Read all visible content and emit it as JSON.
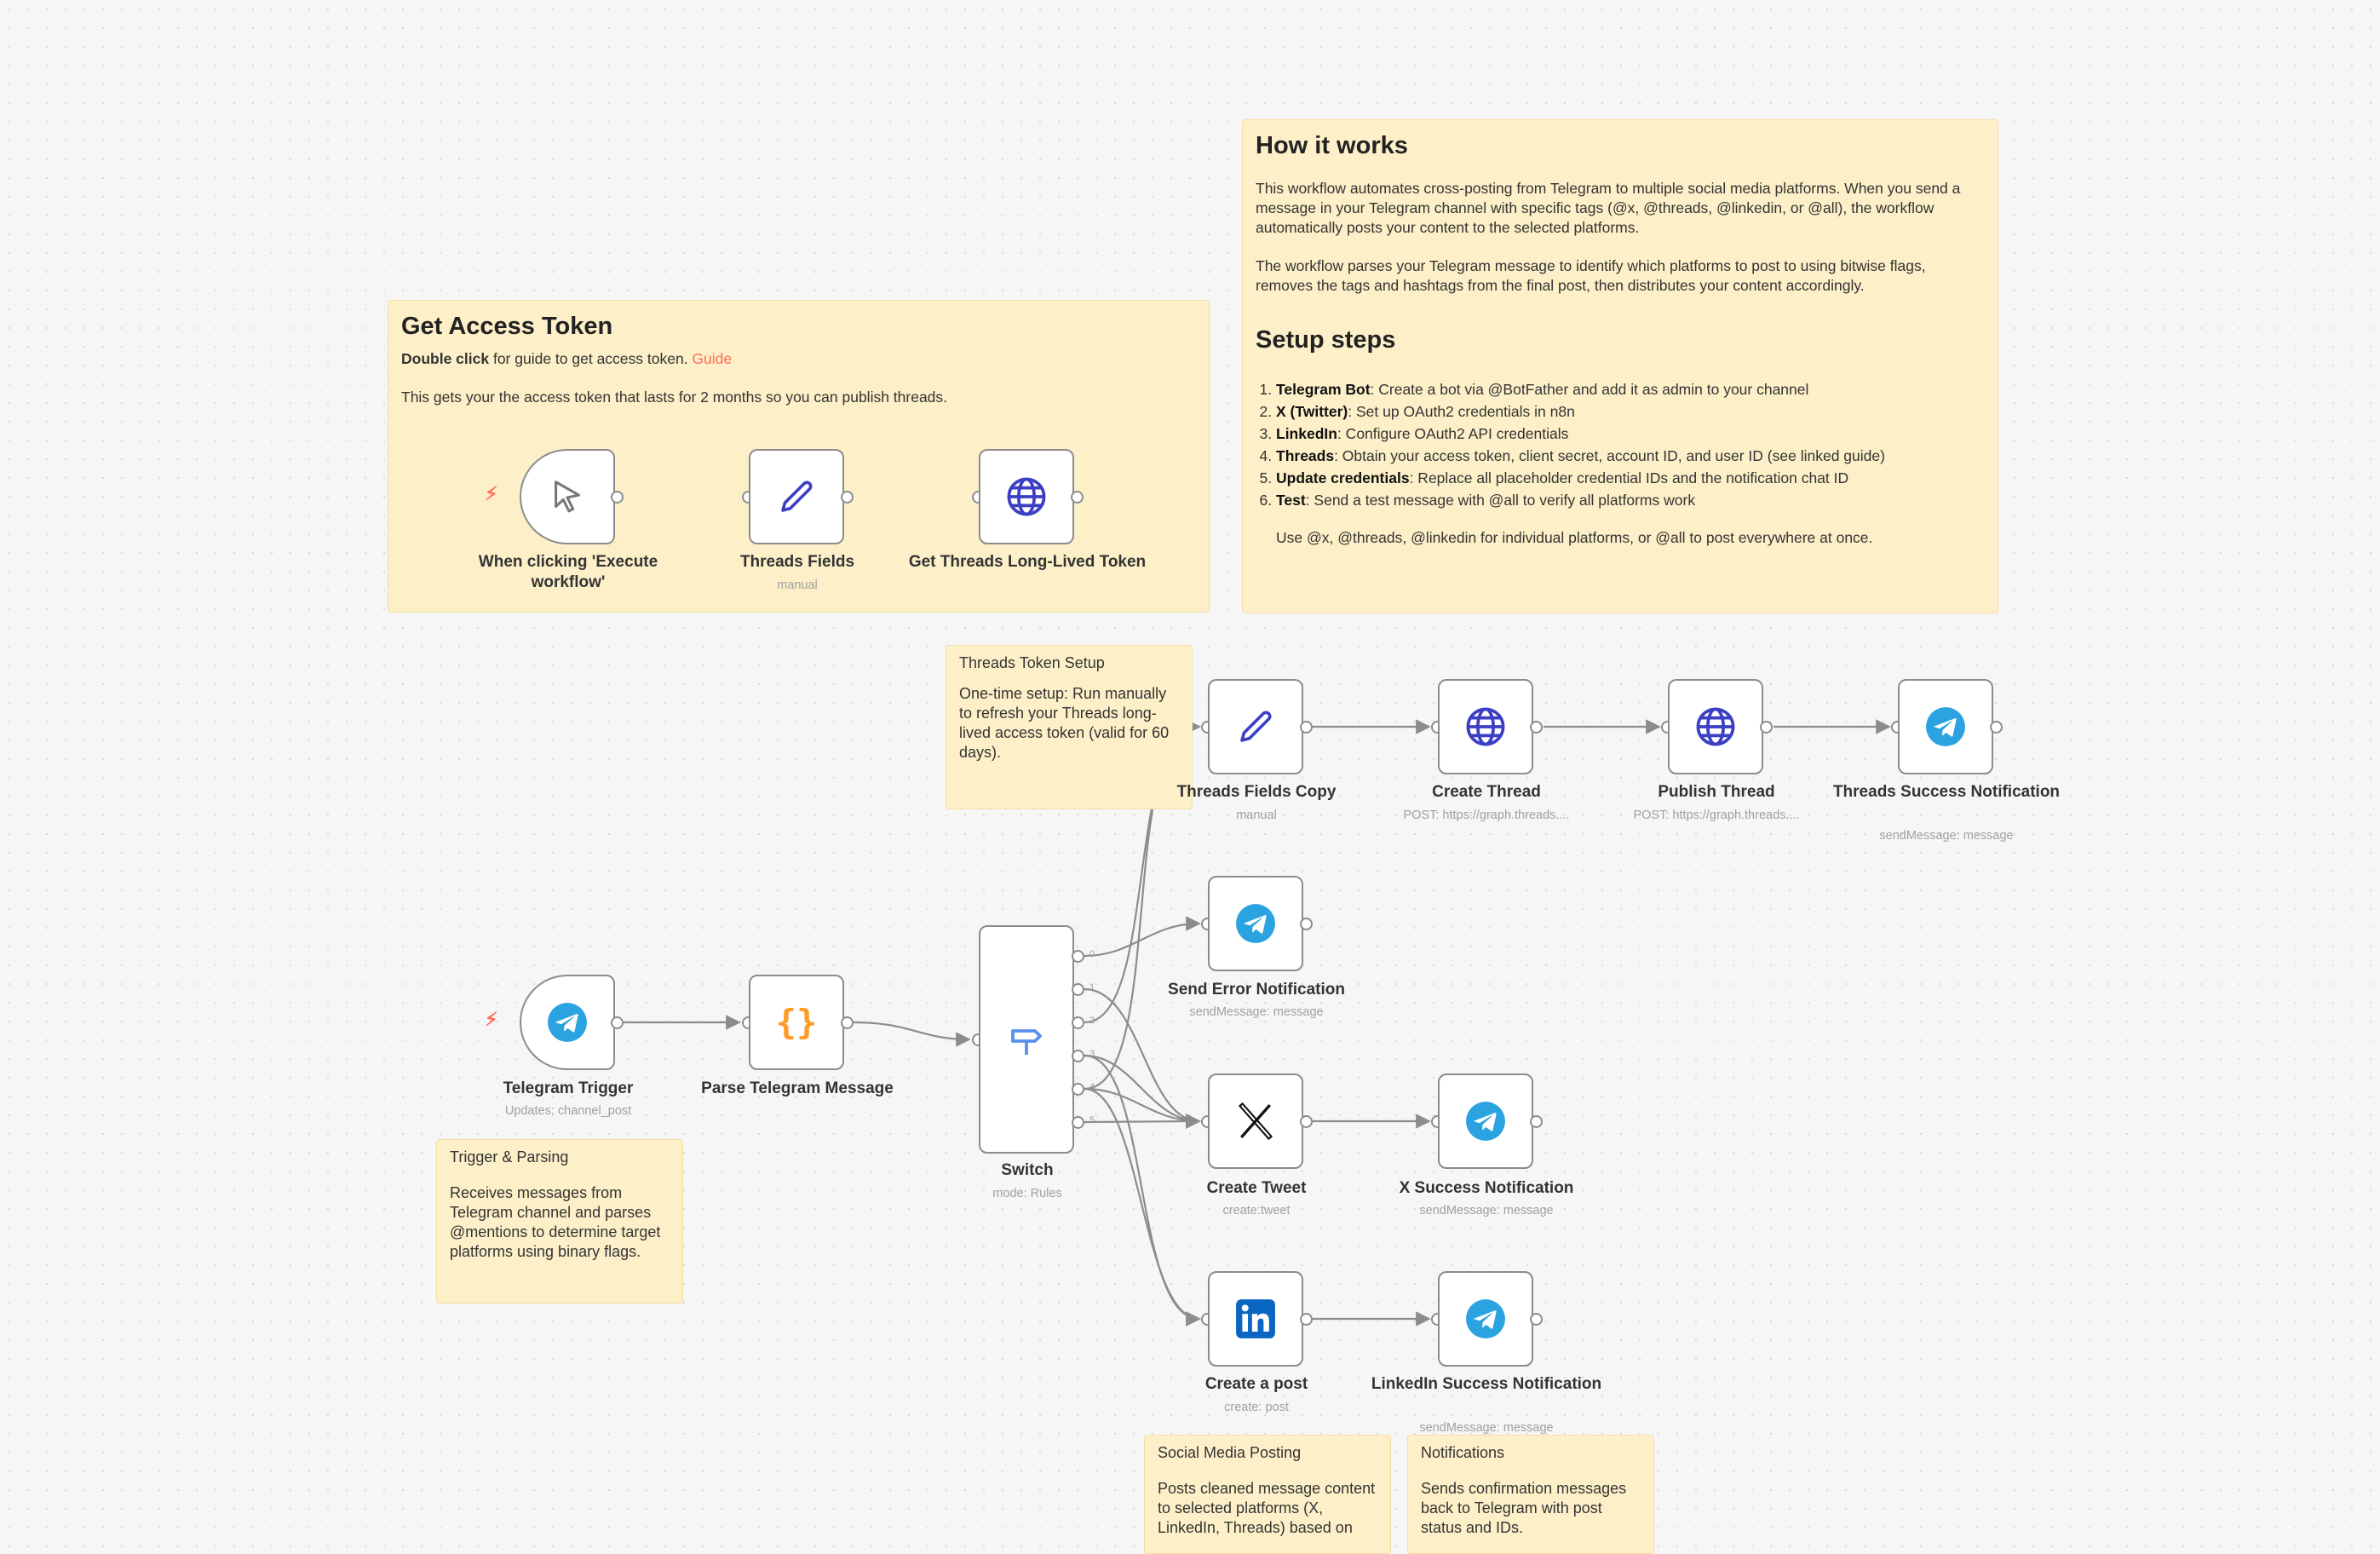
{
  "notes": {
    "access_token": {
      "title": "Get Access Token",
      "line1_bold": "Double click",
      "line1_rest": " for guide to get access token. ",
      "line1_link": "Guide",
      "line2": "This gets your the access token that lasts for 2 months so you can publish threads."
    },
    "how_it_works": {
      "title": "How it works",
      "para1": "This workflow automates cross-posting from Telegram to multiple social media platforms. When you send a message in your Telegram channel with specific tags (@x, @threads, @linkedin, or @all), the workflow automatically posts your content to the selected platforms.",
      "para2": "The workflow parses your Telegram message to identify which platforms to post to using bitwise flags, removes the tags and hashtags from the final post, then distributes your content accordingly.",
      "setup_title": "Setup steps",
      "steps": [
        {
          "bold": "Telegram Bot",
          "text": ": Create a bot via @BotFather and add it as admin to your channel"
        },
        {
          "bold": "X (Twitter)",
          "text": ": Set up OAuth2 credentials in n8n"
        },
        {
          "bold": "LinkedIn",
          "text": ": Configure OAuth2 API credentials"
        },
        {
          "bold": "Threads",
          "text": ": Obtain your access token, client secret, account ID, and user ID (see linked guide)"
        },
        {
          "bold": "Update credentials",
          "text": ": Replace all placeholder credential IDs and the notification chat ID"
        },
        {
          "bold": "Test",
          "text": ": Send a test message with @all to verify all platforms work"
        }
      ],
      "footer": "Use @x, @threads, @linkedin for individual platforms, or @all to post everywhere at once."
    },
    "threads_token_setup": {
      "title": "Threads Token Setup",
      "body": "One-time setup: Run manually to refresh your Threads long-lived access token (valid for 60 days)."
    },
    "trigger_parsing": {
      "title": "Trigger & Parsing",
      "body": "Receives messages from Telegram channel and parses @mentions to determine target platforms using binary flags."
    },
    "social_posting": {
      "title": "Social Media Posting",
      "body": "Posts cleaned message content to selected platforms (X, LinkedIn, Threads) based on"
    },
    "notifications": {
      "title": "Notifications",
      "body": "Sends confirmation messages back to Telegram with post status and IDs."
    }
  },
  "nodes": {
    "manual_trigger": {
      "label": "When clicking 'Execute workflow'",
      "icon": "cursor-icon"
    },
    "threads_fields": {
      "label": "Threads Fields",
      "sub": "manual",
      "icon": "pencil-icon"
    },
    "get_long_lived": {
      "label": "Get Threads Long-Lived Token",
      "icon": "globe-icon"
    },
    "telegram_trigger": {
      "label": "Telegram Trigger",
      "sub": "Updates: channel_post",
      "icon": "telegram-icon"
    },
    "parse_message": {
      "label": "Parse Telegram Message",
      "icon": "code-braces-icon"
    },
    "switch": {
      "label": "Switch",
      "sub": "mode: Rules",
      "icon": "signpost-icon",
      "outputs": [
        "0",
        "1",
        "2",
        "3",
        "4",
        "5"
      ]
    },
    "threads_fields_copy": {
      "label": "Threads Fields Copy",
      "sub": "manual",
      "icon": "pencil-icon"
    },
    "create_thread": {
      "label": "Create Thread",
      "sub": "POST: https://graph.threads....",
      "icon": "globe-icon"
    },
    "publish_thread": {
      "label": "Publish Thread",
      "sub": "POST: https://graph.threads....",
      "icon": "globe-icon"
    },
    "threads_success": {
      "label": "Threads Success Notification",
      "sub": "sendMessage: message",
      "icon": "telegram-icon"
    },
    "send_error": {
      "label": "Send Error Notification",
      "sub": "sendMessage: message",
      "icon": "telegram-icon"
    },
    "create_tweet": {
      "label": "Create Tweet",
      "sub": "create:tweet",
      "icon": "x-logo-icon"
    },
    "x_success": {
      "label": "X Success Notification",
      "sub": "sendMessage: message",
      "icon": "telegram-icon"
    },
    "create_post": {
      "label": "Create a post",
      "sub": "create: post",
      "icon": "linkedin-icon"
    },
    "linkedin_success": {
      "label": "LinkedIn Success Notification",
      "sub": "sendMessage: message",
      "icon": "telegram-icon"
    }
  },
  "colors": {
    "accent": "#ff6d5a",
    "sticky": "#fdf0c8",
    "telegram": "#2aa3e0",
    "linkedin": "#0a66c2",
    "globe": "#3b3fc4",
    "code": "#ff9b26"
  }
}
